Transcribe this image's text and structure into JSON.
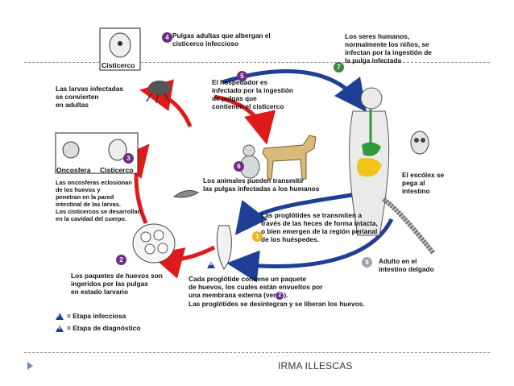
{
  "figure": {
    "steps": {
      "s1": "1",
      "s2": "2",
      "s3": "3",
      "s4": "4",
      "s5": "5",
      "s6": "6",
      "s7": "7",
      "s8": "8",
      "s2ref": "2"
    },
    "labels": {
      "cisticerco_box": "Cisticerco",
      "oncosfera_box": "Oncosfera",
      "cisticerco_box2": "Cisticerco",
      "d_mark": "d",
      "pulgas": "Pulgas adultas que albergan el\ncisticerco infeccioso",
      "larvas": "Las larvas infectadas\nse convierten\nen adultas",
      "hospedador": "El hospedador es\ninfectado por la ingestión\nde pulgas que\ncontienen el cisticerco",
      "seres": "Los seres humanos,\nnormalmente los niños, se\ninfectan por la ingestión de\nla pulga infectada",
      "oncosferas": "Las oncosferas eclosionan\nde los huevos y\npenetran en la pared\nintestinal de las larvas.\nLos cisticercos se desarrollan\nen la cavidad del cuerpo.",
      "animales": "Los animales pueden transmitir\nlas pulgas infectadas a los humanos",
      "escolex": "El escólex se\npega al\nintestino",
      "proglotides": "Las proglótides se transmiten a\ntravés de las heces de forma intacta,\no bien emergen de la región perianal\nde los huéspedes.",
      "adulto": "Adulto en el\nintestino delgado",
      "paquetes": "Los paquetes de huevos son\ningeridos por las pulgas\nen estado larvario",
      "cada_pre": "Cada proglótide contiene un paquete\nde huevos, los cuales están envueltos por\nuna membrana externa (ver",
      "cada_post": ").\nLas proglótides se desintegran y se liberan los huevos."
    },
    "legend": {
      "infecciosa": "= Etapa infecciosa",
      "diagnostico": "= Etapa de diagnóstico",
      "i_mark": "i",
      "d_mark": "d"
    },
    "colors": {
      "red_arrow": "#e01a1a",
      "blue_arrow": "#1e3f95",
      "badge_purple": "#6b2d86",
      "badge_green": "#3b8a3e",
      "badge_yellow": "#e8b824",
      "badge_grey": "#9aa3ad",
      "gut_green": "#2f9a3c",
      "gut_yellow": "#f0c419"
    }
  },
  "footer": {
    "text": "IRMA ILLESCAS"
  }
}
